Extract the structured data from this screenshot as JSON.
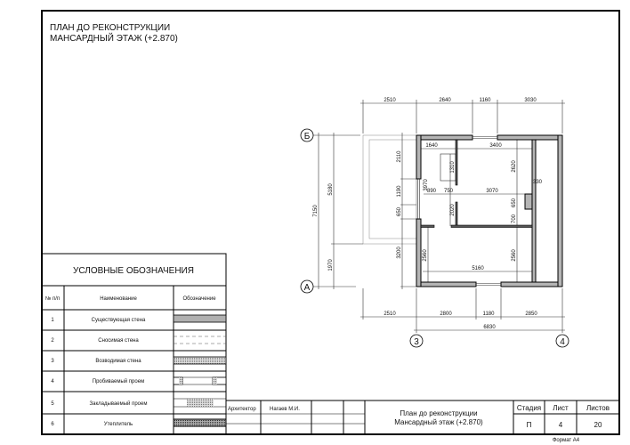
{
  "sheet_title": {
    "line1": "ПЛАН ДО РЕКОНСТРУКЦИИ",
    "line2": "МАНСАРДНЫЙ ЭТАЖ (+2.870)"
  },
  "axes": {
    "b": "Б",
    "a": "А",
    "three": "3",
    "four": "4"
  },
  "dims": {
    "top": [
      "2510",
      "2640",
      "1160",
      "3030"
    ],
    "bottom": [
      "2510",
      "2800",
      "1180",
      "2850"
    ],
    "overall_bottom": "6830",
    "left": {
      "total": "7150",
      "upper": "5180",
      "lower": "1970"
    },
    "left_inner": [
      "2110",
      "1190",
      "650",
      "3200"
    ],
    "interior": {
      "d1640": "1640",
      "d3400": "3400",
      "d1310": "1310",
      "d3970": "3970",
      "d890": "890",
      "d750": "750",
      "d3070": "3070",
      "d330": "330",
      "d2620": "2620",
      "d2020": "2020",
      "d650": "650",
      "d700": "700",
      "d2560a": "2560",
      "d2560b": "2560",
      "d5160": "5160"
    }
  },
  "legend": {
    "title": "УСЛОВНЫЕ ОБОЗНАЧЕНИЯ",
    "headers": [
      "№ п/п",
      "Наименование",
      "Обозначение"
    ],
    "rows": [
      {
        "n": "1",
        "name": "Существующая стена"
      },
      {
        "n": "2",
        "name": "Сносимая стена"
      },
      {
        "n": "3",
        "name": "Возводимая стена"
      },
      {
        "n": "4",
        "name": "Пробиваемый проем"
      },
      {
        "n": "5",
        "name": "Закладываемый проем"
      },
      {
        "n": "6",
        "name": "Утеплитель"
      }
    ]
  },
  "title_block": {
    "role": "Архитектор",
    "name": "Нагаев М.И.",
    "drawing_title_1": "План до реконструкции",
    "drawing_title_2": "Мансардный этаж (+2.870)",
    "stage_label": "Стадия",
    "sheet_label": "Лист",
    "sheets_label": "Листов",
    "stage": "П",
    "sheet": "4",
    "sheets": "20"
  },
  "format": "Формат А4"
}
